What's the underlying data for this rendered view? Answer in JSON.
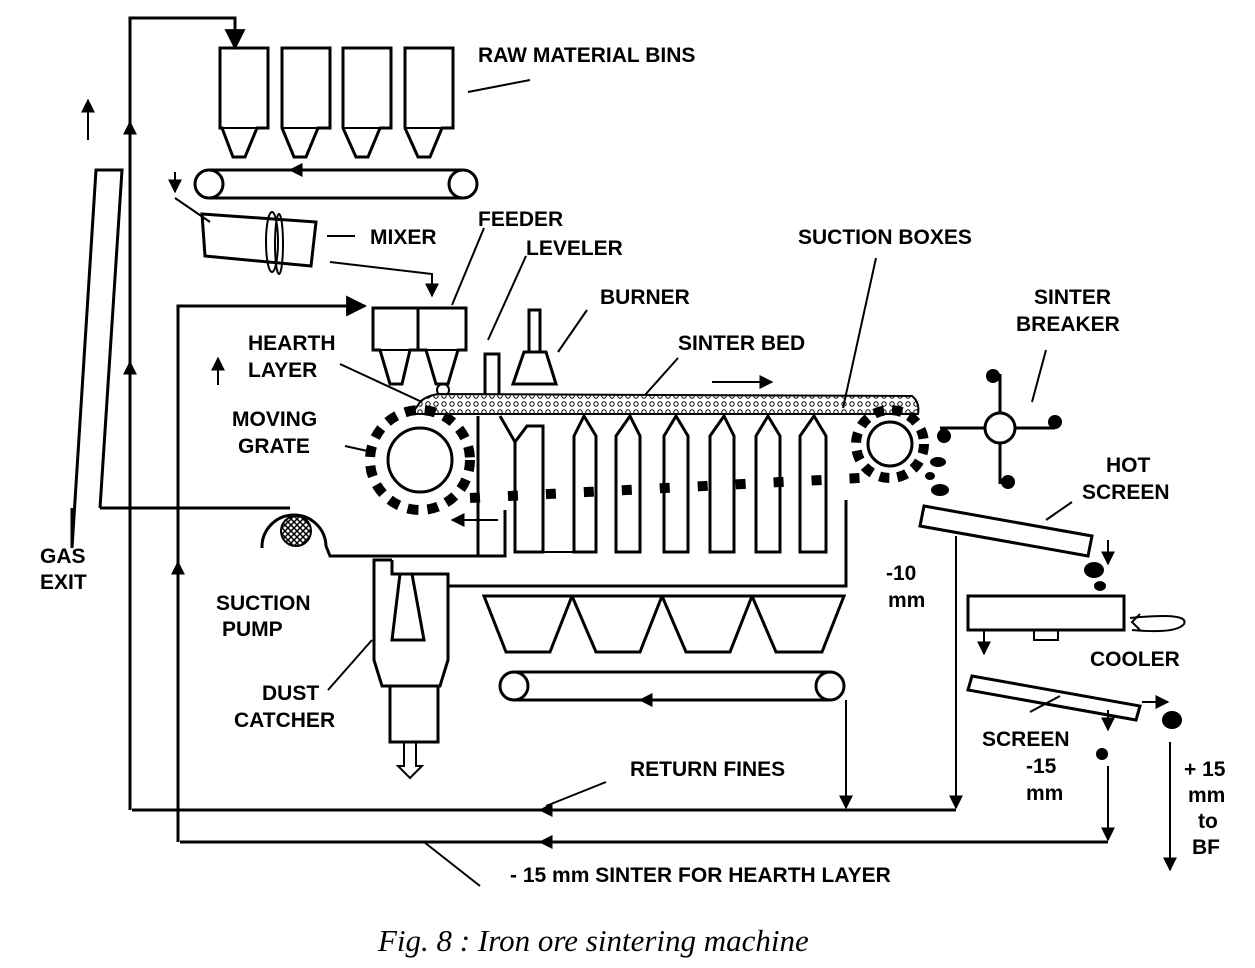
{
  "labels": {
    "raw_material_bins": "RAW MATERIAL BINS",
    "mixer": "MIXER",
    "feeder": "FEEDER",
    "leveler": "LEVELER",
    "burner": "BURNER",
    "suction_boxes": "SUCTION BOXES",
    "sinter_bed": "SINTER BED",
    "sinter_breaker": [
      "SINTER",
      "BREAKER"
    ],
    "hearth_layer": [
      "HEARTH",
      "LAYER"
    ],
    "moving_grate": [
      "MOVING",
      "GRATE"
    ],
    "hot_screen": [
      "HOT",
      "SCREEN"
    ],
    "gas_exit": [
      "GAS",
      "EXIT"
    ],
    "suction_pump": [
      "SUCTION",
      "PUMP"
    ],
    "minus_10": [
      "-10",
      "mm"
    ],
    "cooler": "COOLER",
    "dust_catcher": [
      "DUST",
      "CATCHER"
    ],
    "screen": [
      "SCREEN",
      "-15",
      "mm"
    ],
    "plus_15": [
      "+ 15",
      "mm",
      "to",
      "BF"
    ],
    "return_fines": "RETURN FINES",
    "hearth_sinter": "- 15 mm SINTER FOR HEARTH LAYER"
  },
  "caption": "Fig. 8 : Iron ore sintering machine"
}
